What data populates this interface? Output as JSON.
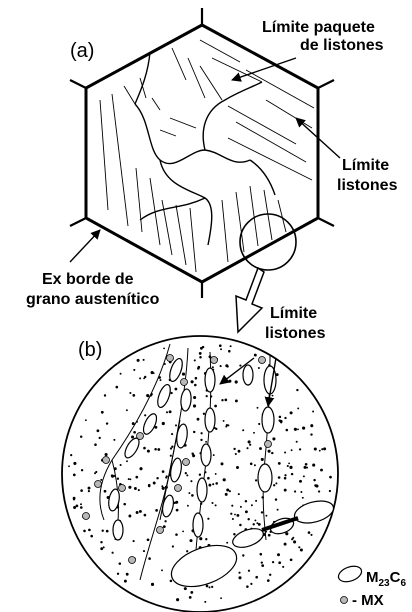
{
  "panel_a": {
    "label": "(a)",
    "callouts": {
      "packet_boundary_line1": "Límite paquete",
      "packet_boundary_line2": "de listones",
      "lath_boundary_line1": "Límite",
      "lath_boundary_line2": "listones",
      "prior_grain_line1": "Ex borde de",
      "prior_grain_line2": "grano austenítico"
    }
  },
  "panel_b": {
    "label": "(b)",
    "callouts": {
      "lath_boundary_line1": "Límite",
      "lath_boundary_line2": "listones"
    },
    "legend": {
      "m23c6_main": "M",
      "m23c6_sub1": "23",
      "m23c6_mid": "C",
      "m23c6_sub2": "6",
      "mx": "- MX"
    }
  },
  "colors": {
    "ink": "#000000",
    "mx_fill": "#b8b8b8",
    "background": "#ffffff"
  }
}
